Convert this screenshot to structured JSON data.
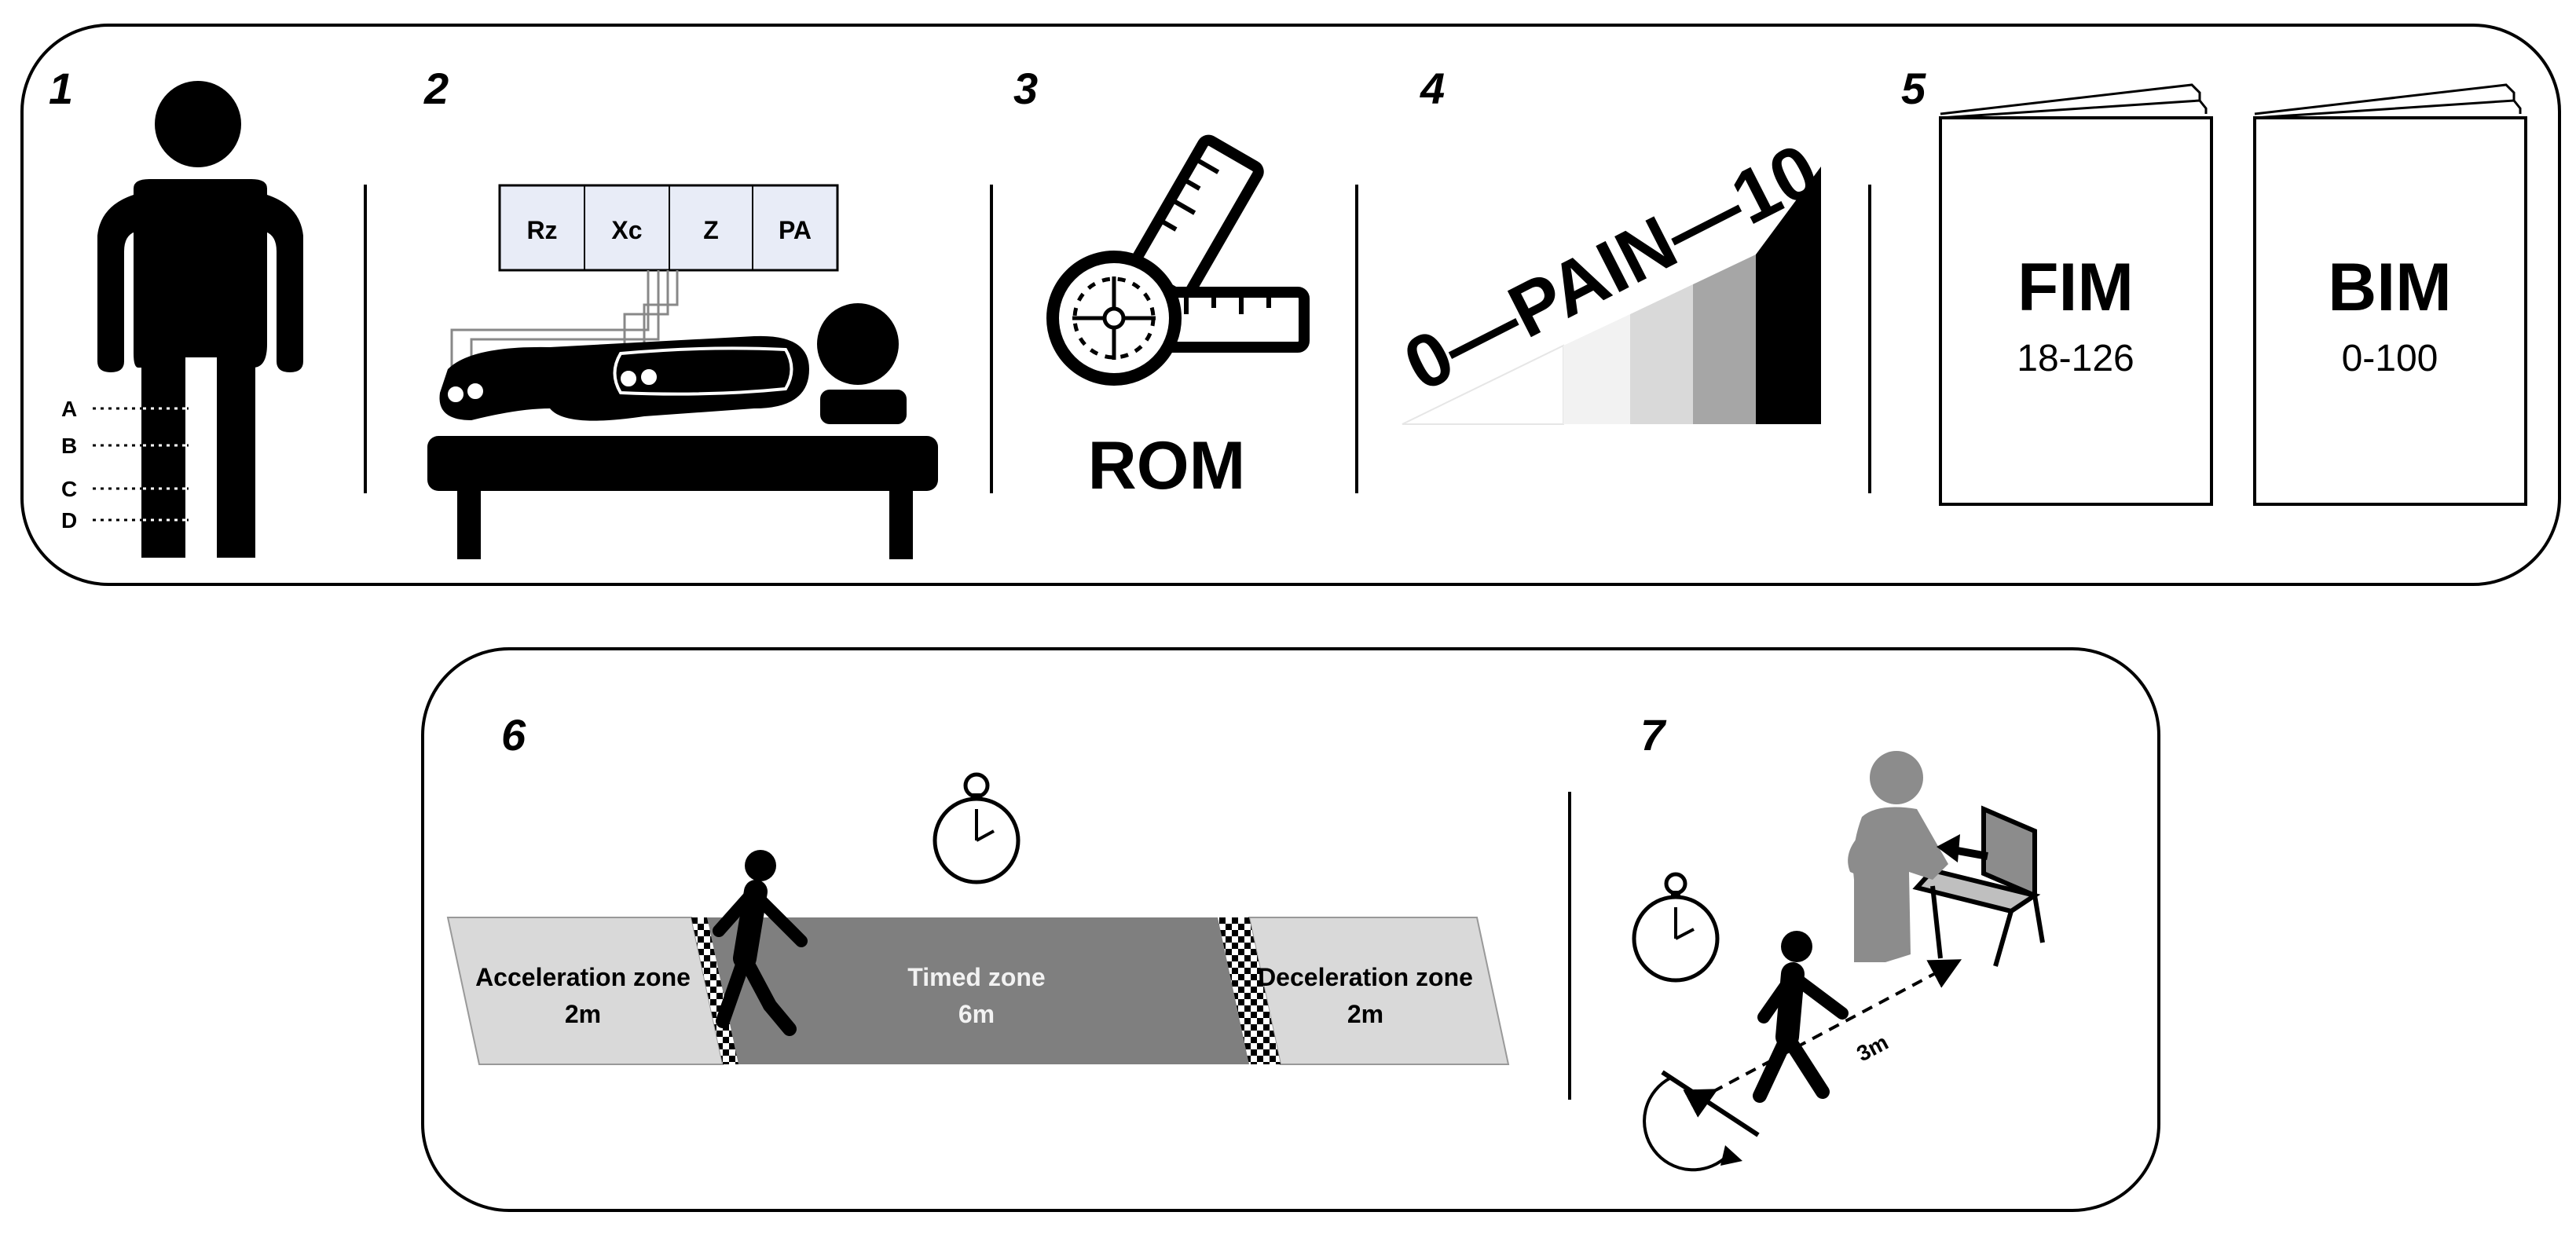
{
  "panels": {
    "p1": {
      "number": "1",
      "points": [
        "A",
        "B",
        "C",
        "D"
      ]
    },
    "p2": {
      "number": "2",
      "cells": [
        "Rz",
        "Xc",
        "Z",
        "PA"
      ]
    },
    "p3": {
      "number": "3",
      "label": "ROM"
    },
    "p4": {
      "number": "4",
      "scale_min": "0",
      "scale_label": "PAIN",
      "scale_max": "10",
      "scale_text": "0—PAIN—10"
    },
    "p5": {
      "number": "5",
      "booklets": [
        {
          "title": "FIM",
          "range": "18-126"
        },
        {
          "title": "BIM",
          "range": "0-100"
        }
      ]
    },
    "p6": {
      "number": "6",
      "zones": [
        {
          "name": "Acceleration zone",
          "distance": "2m"
        },
        {
          "name": "Timed zone",
          "distance": "6m"
        },
        {
          "name": "Deceleration zone",
          "distance": "2m"
        }
      ]
    },
    "p7": {
      "number": "7",
      "distance": "3m"
    }
  },
  "colors": {
    "outline": "#000000",
    "panel_bg": "#ffffff",
    "light_zone": "#d9d9d9",
    "timed_zone": "#7f7f7f",
    "grey_figure": "#8c8c8c",
    "table_cell_bg": "#e8ecf7"
  }
}
